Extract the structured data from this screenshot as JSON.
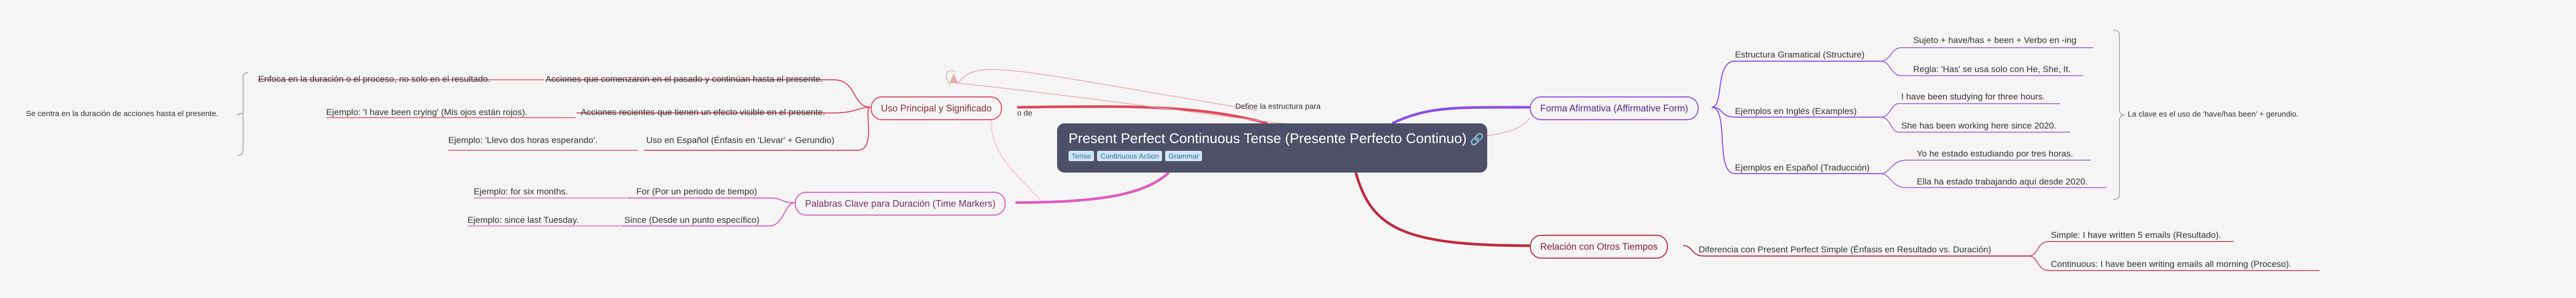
{
  "center": {
    "title": "Present Perfect Continuous Tense (Presente Perfecto Continuo)",
    "link_icon": "link-icon",
    "tags": [
      "Tense",
      "Continuous Action",
      "Grammar"
    ]
  },
  "branches": {
    "uso": {
      "label": "Uso Principal y Significado",
      "items": [
        {
          "text": "Acciones que comenzaron en el pasado y continúan hasta el presente.",
          "note": "Enfoca en la duración o el proceso, no solo en el resultado."
        },
        {
          "text": "Acciones recientes que tienen un efecto visible en el presente.",
          "note": "Ejemplo: 'I have been crying' (Mis ojos están rojos)."
        },
        {
          "text": "Uso en Español (Énfasis en 'Llevar' + Gerundio)",
          "note": "Ejemplo: 'Llevo dos horas esperando'."
        }
      ],
      "summary": "Se centra en la duración de acciones hasta el presente.",
      "edge_label": "o de"
    },
    "palabras": {
      "label": "Palabras Clave para Duración (Time Markers)",
      "items": [
        {
          "text": "For (Por un periodo de tiempo)",
          "note": "Ejemplo: for six months."
        },
        {
          "text": "Since (Desde un punto específico)",
          "note": "Ejemplo: since last Tuesday."
        }
      ]
    },
    "forma": {
      "label": "Forma Afirmativa (Affirmative Form)",
      "groups": [
        {
          "label": "Estructura Gramatical (Structure)",
          "items": [
            "Sujeto + have/has + been + Verbo en -ing",
            "Regla: 'Has' se usa solo con He, She, It."
          ]
        },
        {
          "label": "Ejemplos en Inglés (Examples)",
          "items": [
            "I have been studying for three hours.",
            "She has been working here since 2020."
          ]
        },
        {
          "label": "Ejemplos en Español (Traducción)",
          "items": [
            "Yo he estado estudiando por tres horas.",
            "Ella ha estado trabajando aquí desde 2020."
          ]
        }
      ],
      "summary": "La clave es el uso de 'have/has been' + gerundio.",
      "edge_label": "Define la estructura para"
    },
    "relacion": {
      "label": "Relación con Otros Tiempos",
      "group": "Diferencia con Present Perfect Simple (Énfasis en Resultado vs. Duración)",
      "items": [
        "Simple: I have written 5 emails (Resultado).",
        "Continuous: I have been writing emails all morning (Proceso)."
      ]
    }
  },
  "colors": {
    "red": "#e0475b",
    "purple": "#8a4ee6",
    "pink": "#e05ac0",
    "dark_red": "#c0293e",
    "center": "#4d5068"
  }
}
